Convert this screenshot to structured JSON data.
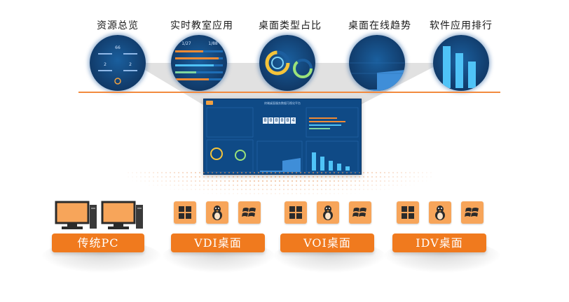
{
  "features": [
    {
      "label": "资源总览"
    },
    {
      "label": "实时教室应用"
    },
    {
      "label": "桌面类型占比"
    },
    {
      "label": "桌面在线趋势"
    },
    {
      "label": "软件应用排行"
    }
  ],
  "bubble_texts": {
    "resource": {
      "n1": "66",
      "n2": "2",
      "n3": "2"
    },
    "classroom": {
      "left": "1/27",
      "right": "1/88"
    }
  },
  "dashboard": {
    "title": "终端桌面服务数据可视化平台",
    "counter": [
      "0",
      "0",
      "0",
      "0",
      "0",
      "4"
    ]
  },
  "desktops": [
    {
      "label": "传统PC"
    },
    {
      "label": "VDI桌面"
    },
    {
      "label": "VOI桌面"
    },
    {
      "label": "IDV桌面"
    }
  ],
  "colors": {
    "accent_orange": "#f07a1e",
    "icon_orange": "#f7a55a",
    "dashboard_blue": "#0f4a86",
    "divider_line": "#f28a3e"
  }
}
